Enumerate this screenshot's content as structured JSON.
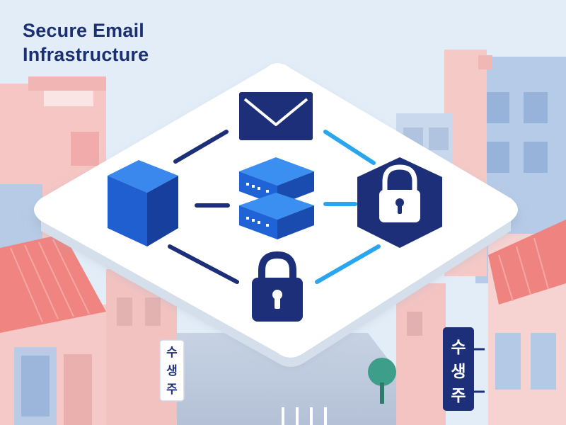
{
  "header": {
    "title_line1": "Secure Email",
    "title_line2": "Infrastructure"
  },
  "signs": {
    "left": [
      "수",
      "생",
      "주"
    ],
    "right": [
      "수",
      "생",
      "주"
    ]
  },
  "icons": {
    "mail": "envelope-icon",
    "cube": "cube-icon",
    "server": "server-stack-icon",
    "shield": "hexagon-padlock-icon",
    "lock": "padlock-icon"
  },
  "colors": {
    "navy": "#1c2f78",
    "blue": "#1a6fe0",
    "light_blue": "#2aa6ef",
    "building_pink": "#f3b6b4",
    "roof_red": "#ef7d7a",
    "sky": "#e3edf7"
  }
}
